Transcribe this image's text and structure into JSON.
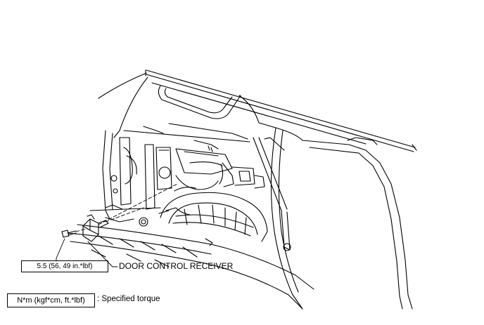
{
  "diagram": {
    "torque_spec": "5.5 (56, 49 in.*lbf)",
    "part_label": "DOOR CONTROL RECEIVER",
    "legend": {
      "symbol": "N*m (kgf*cm, ft.*lbf)",
      "description": ": Specified torque"
    }
  }
}
